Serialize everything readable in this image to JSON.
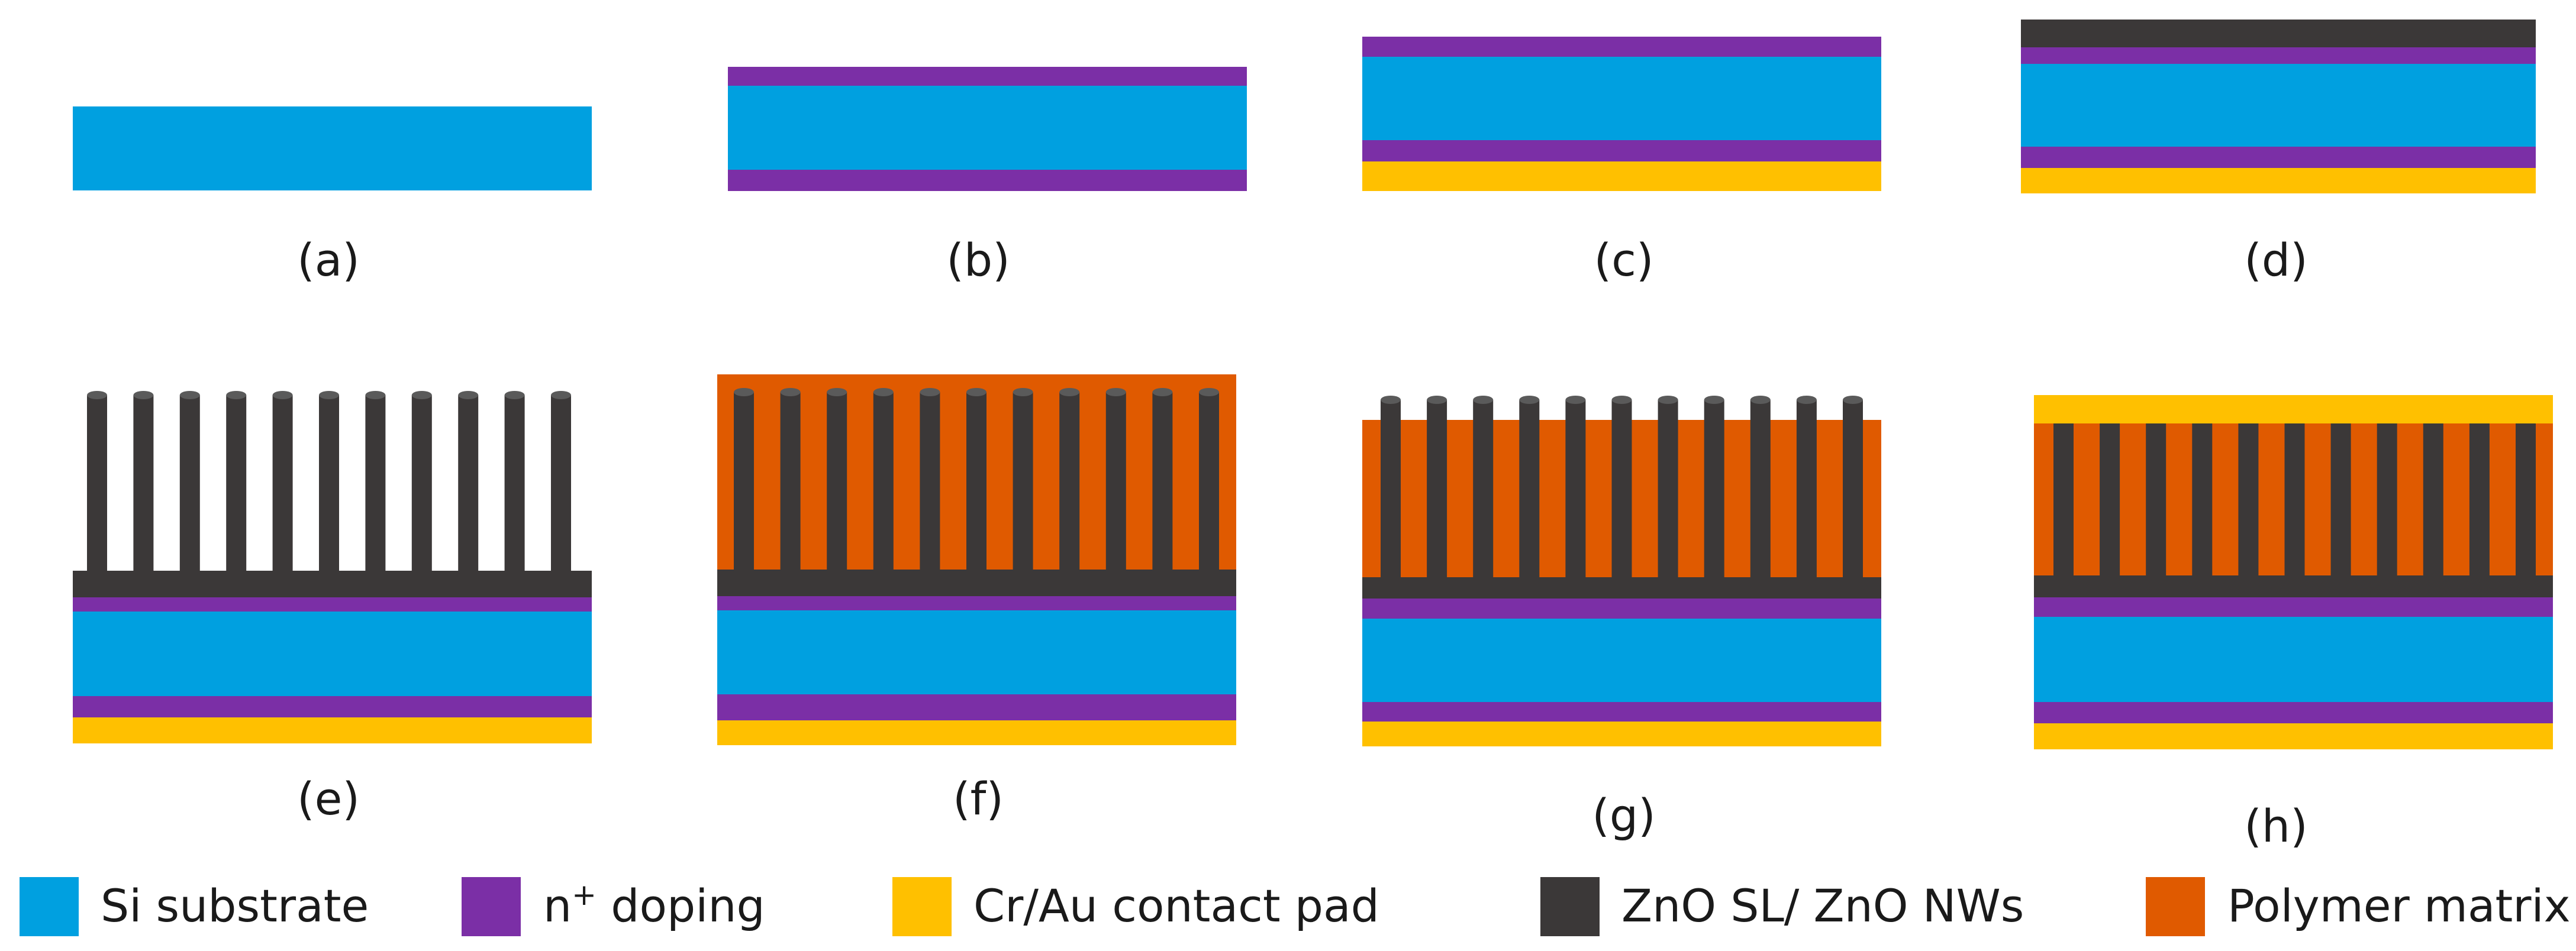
{
  "colors": {
    "si_substrate": "#00A0E0",
    "n_doping": "#7B2FA6",
    "contact_pad": "#FFC000",
    "zno": "#3B3838",
    "polymer": "#E05A00",
    "nanowire_cap": "#5A5A5A"
  },
  "panels": [
    {
      "id": "a",
      "label": "(a)"
    },
    {
      "id": "b",
      "label": "(b)"
    },
    {
      "id": "c",
      "label": "(c)"
    },
    {
      "id": "d",
      "label": "(d)"
    },
    {
      "id": "e",
      "label": "(e)"
    },
    {
      "id": "f",
      "label": "(f)"
    },
    {
      "id": "g",
      "label": "(g)"
    },
    {
      "id": "h",
      "label": "(h)"
    }
  ],
  "legend": [
    {
      "key": "si",
      "label": "Si substrate",
      "color": "#00A0E0"
    },
    {
      "key": "n",
      "label_main": "n",
      "label_sup": "+",
      "label_rest": " doping",
      "color": "#7B2FA6"
    },
    {
      "key": "pad",
      "label": "Cr/Au contact pad",
      "color": "#FFC000"
    },
    {
      "key": "zno",
      "label": "ZnO SL/ ZnO NWs",
      "color": "#3B3838"
    },
    {
      "key": "poly",
      "label": "Polymer matrix",
      "color": "#E05A00"
    }
  ]
}
